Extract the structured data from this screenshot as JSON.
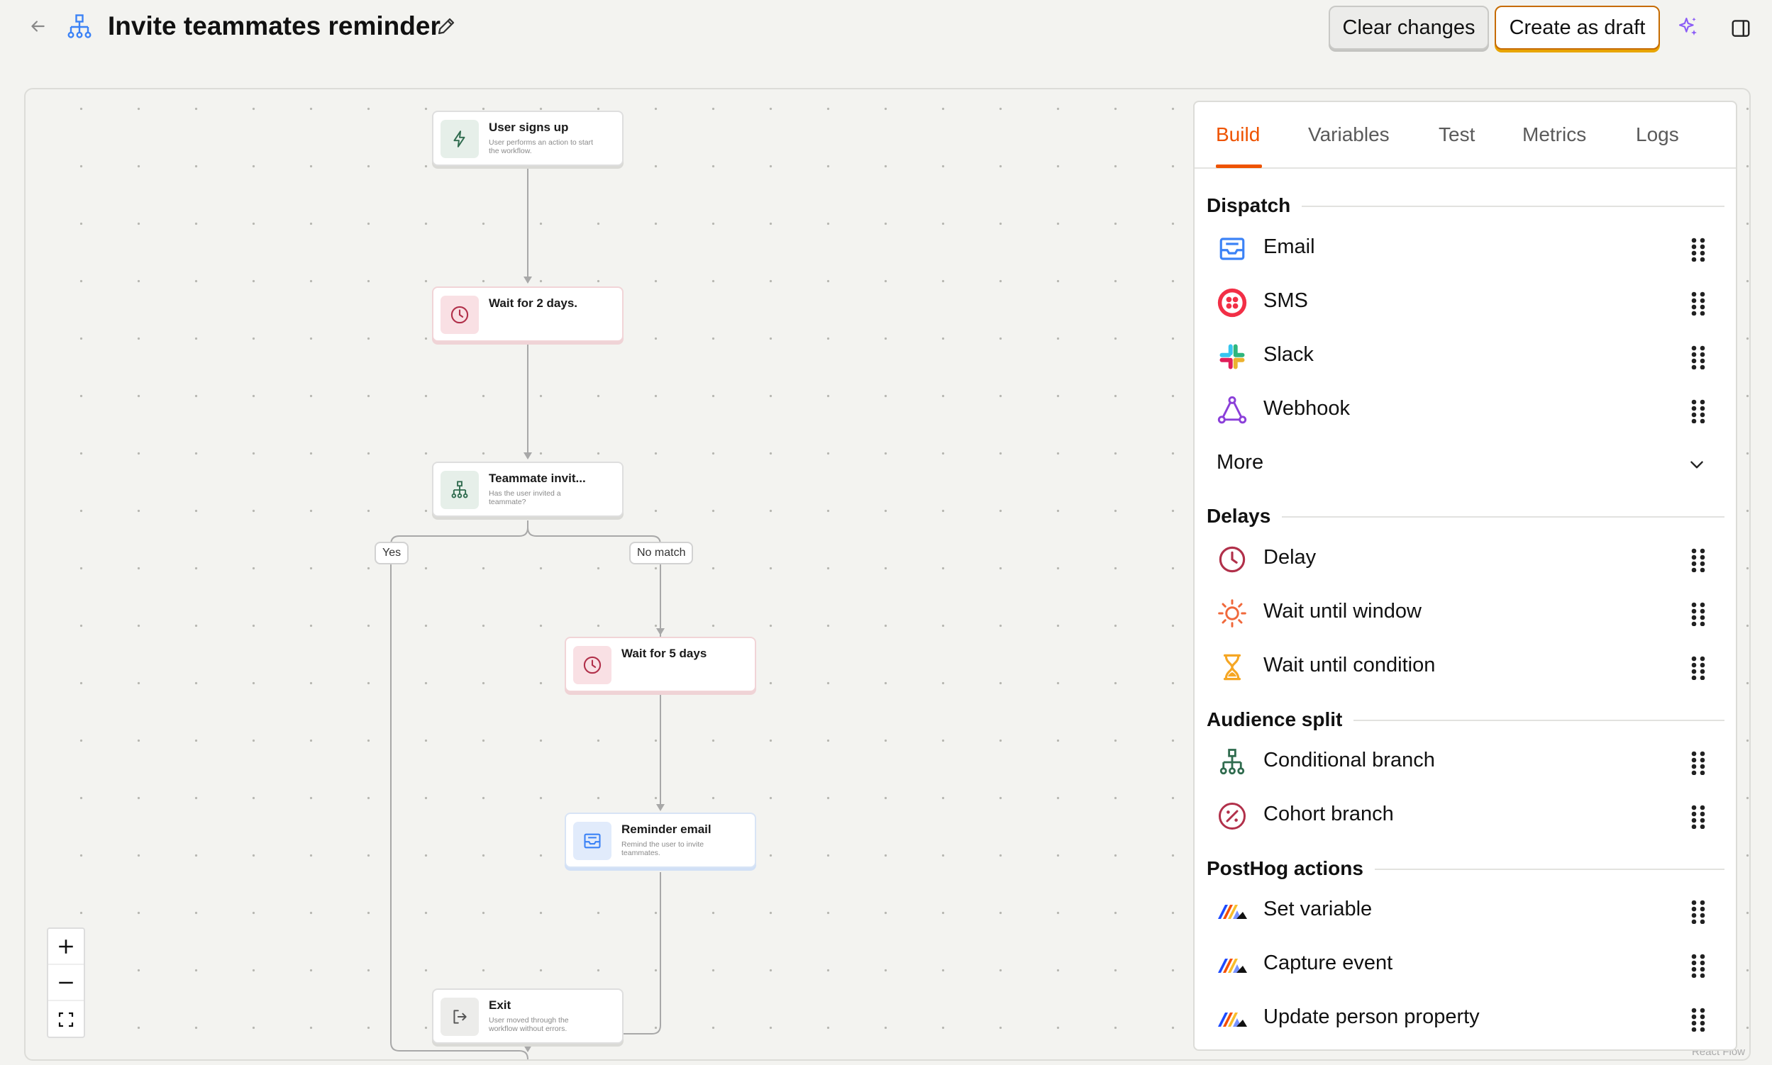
{
  "header": {
    "title": "Invite teammates reminder",
    "clear_label": "Clear changes",
    "draft_label": "Create as draft"
  },
  "flow": {
    "nodes": [
      {
        "id": "trigger",
        "title": "User signs up",
        "desc": "User performs an action to start the workflow.",
        "icon": "lightning-icon"
      },
      {
        "id": "wait2",
        "title": "Wait for 2 days.",
        "desc": "",
        "icon": "clock-icon"
      },
      {
        "id": "branch",
        "title": "Teammate invit...",
        "desc": "Has the user invited a teammate?",
        "icon": "branch-icon"
      },
      {
        "id": "wait5",
        "title": "Wait for 5 days",
        "desc": "",
        "icon": "clock-icon"
      },
      {
        "id": "email",
        "title": "Reminder email",
        "desc": "Remind the user to invite teammates.",
        "icon": "inbox-icon"
      },
      {
        "id": "exit",
        "title": "Exit",
        "desc": "User moved through the workflow without errors.",
        "icon": "exit-icon"
      }
    ],
    "edge_labels": {
      "yes": "Yes",
      "no_match": "No match"
    },
    "attribution": "React Flow"
  },
  "panel": {
    "tabs": [
      "Build",
      "Variables",
      "Test",
      "Metrics",
      "Logs"
    ],
    "active_tab": "Build",
    "sections": {
      "dispatch": {
        "title": "Dispatch",
        "items": [
          {
            "label": "Email",
            "icon": "inbox-icon"
          },
          {
            "label": "SMS",
            "icon": "twilio-icon"
          },
          {
            "label": "Slack",
            "icon": "slack-icon"
          },
          {
            "label": "Webhook",
            "icon": "webhook-icon"
          }
        ],
        "more_label": "More"
      },
      "delays": {
        "title": "Delays",
        "items": [
          {
            "label": "Delay",
            "icon": "clock-icon"
          },
          {
            "label": "Wait until window",
            "icon": "sun-icon"
          },
          {
            "label": "Wait until condition",
            "icon": "hourglass-icon"
          }
        ]
      },
      "audience": {
        "title": "Audience split",
        "items": [
          {
            "label": "Conditional branch",
            "icon": "branch-icon"
          },
          {
            "label": "Cohort branch",
            "icon": "percent-icon"
          }
        ]
      },
      "posthog": {
        "title": "PostHog actions",
        "items": [
          {
            "label": "Set variable",
            "icon": "posthog-logo-icon"
          },
          {
            "label": "Capture event",
            "icon": "posthog-logo-icon"
          },
          {
            "label": "Update person property",
            "icon": "posthog-logo-icon"
          }
        ]
      }
    }
  },
  "colors": {
    "accent": "#ee5300",
    "draft_shadow": "#e8a500",
    "delay_red": "#b1304a",
    "email_blue": "#3b82f6",
    "branch_green": "#2f6b4e"
  }
}
